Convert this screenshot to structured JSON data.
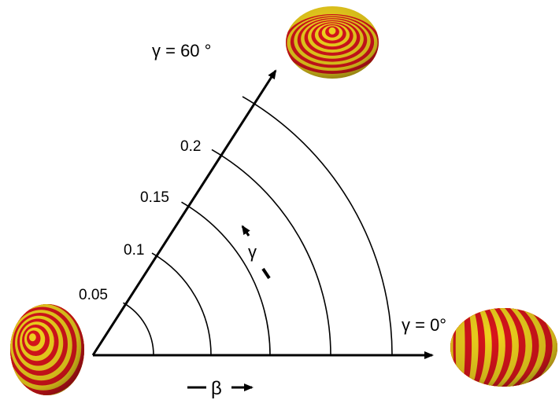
{
  "axes": {
    "gamma_top_label": "γ = 60 °",
    "gamma_right_label": "γ = 0°",
    "beta_label": "β",
    "gamma_arrow_label": "γ"
  },
  "beta_ticks": [
    "0.05",
    "0.1",
    "0.15",
    "0.2"
  ],
  "colors": {
    "stripe_red": "#d8141c",
    "stripe_yellow": "#f0d21e",
    "line": "#000000"
  },
  "shapes": [
    {
      "name": "oblate-shape-gamma-60",
      "description_icon": "striped-ellipsoid-icon"
    },
    {
      "name": "spherical-shape-origin",
      "description_icon": "striped-sphere-icon"
    },
    {
      "name": "prolate-shape-gamma-0",
      "description_icon": "striped-ellipsoid-icon"
    }
  ]
}
